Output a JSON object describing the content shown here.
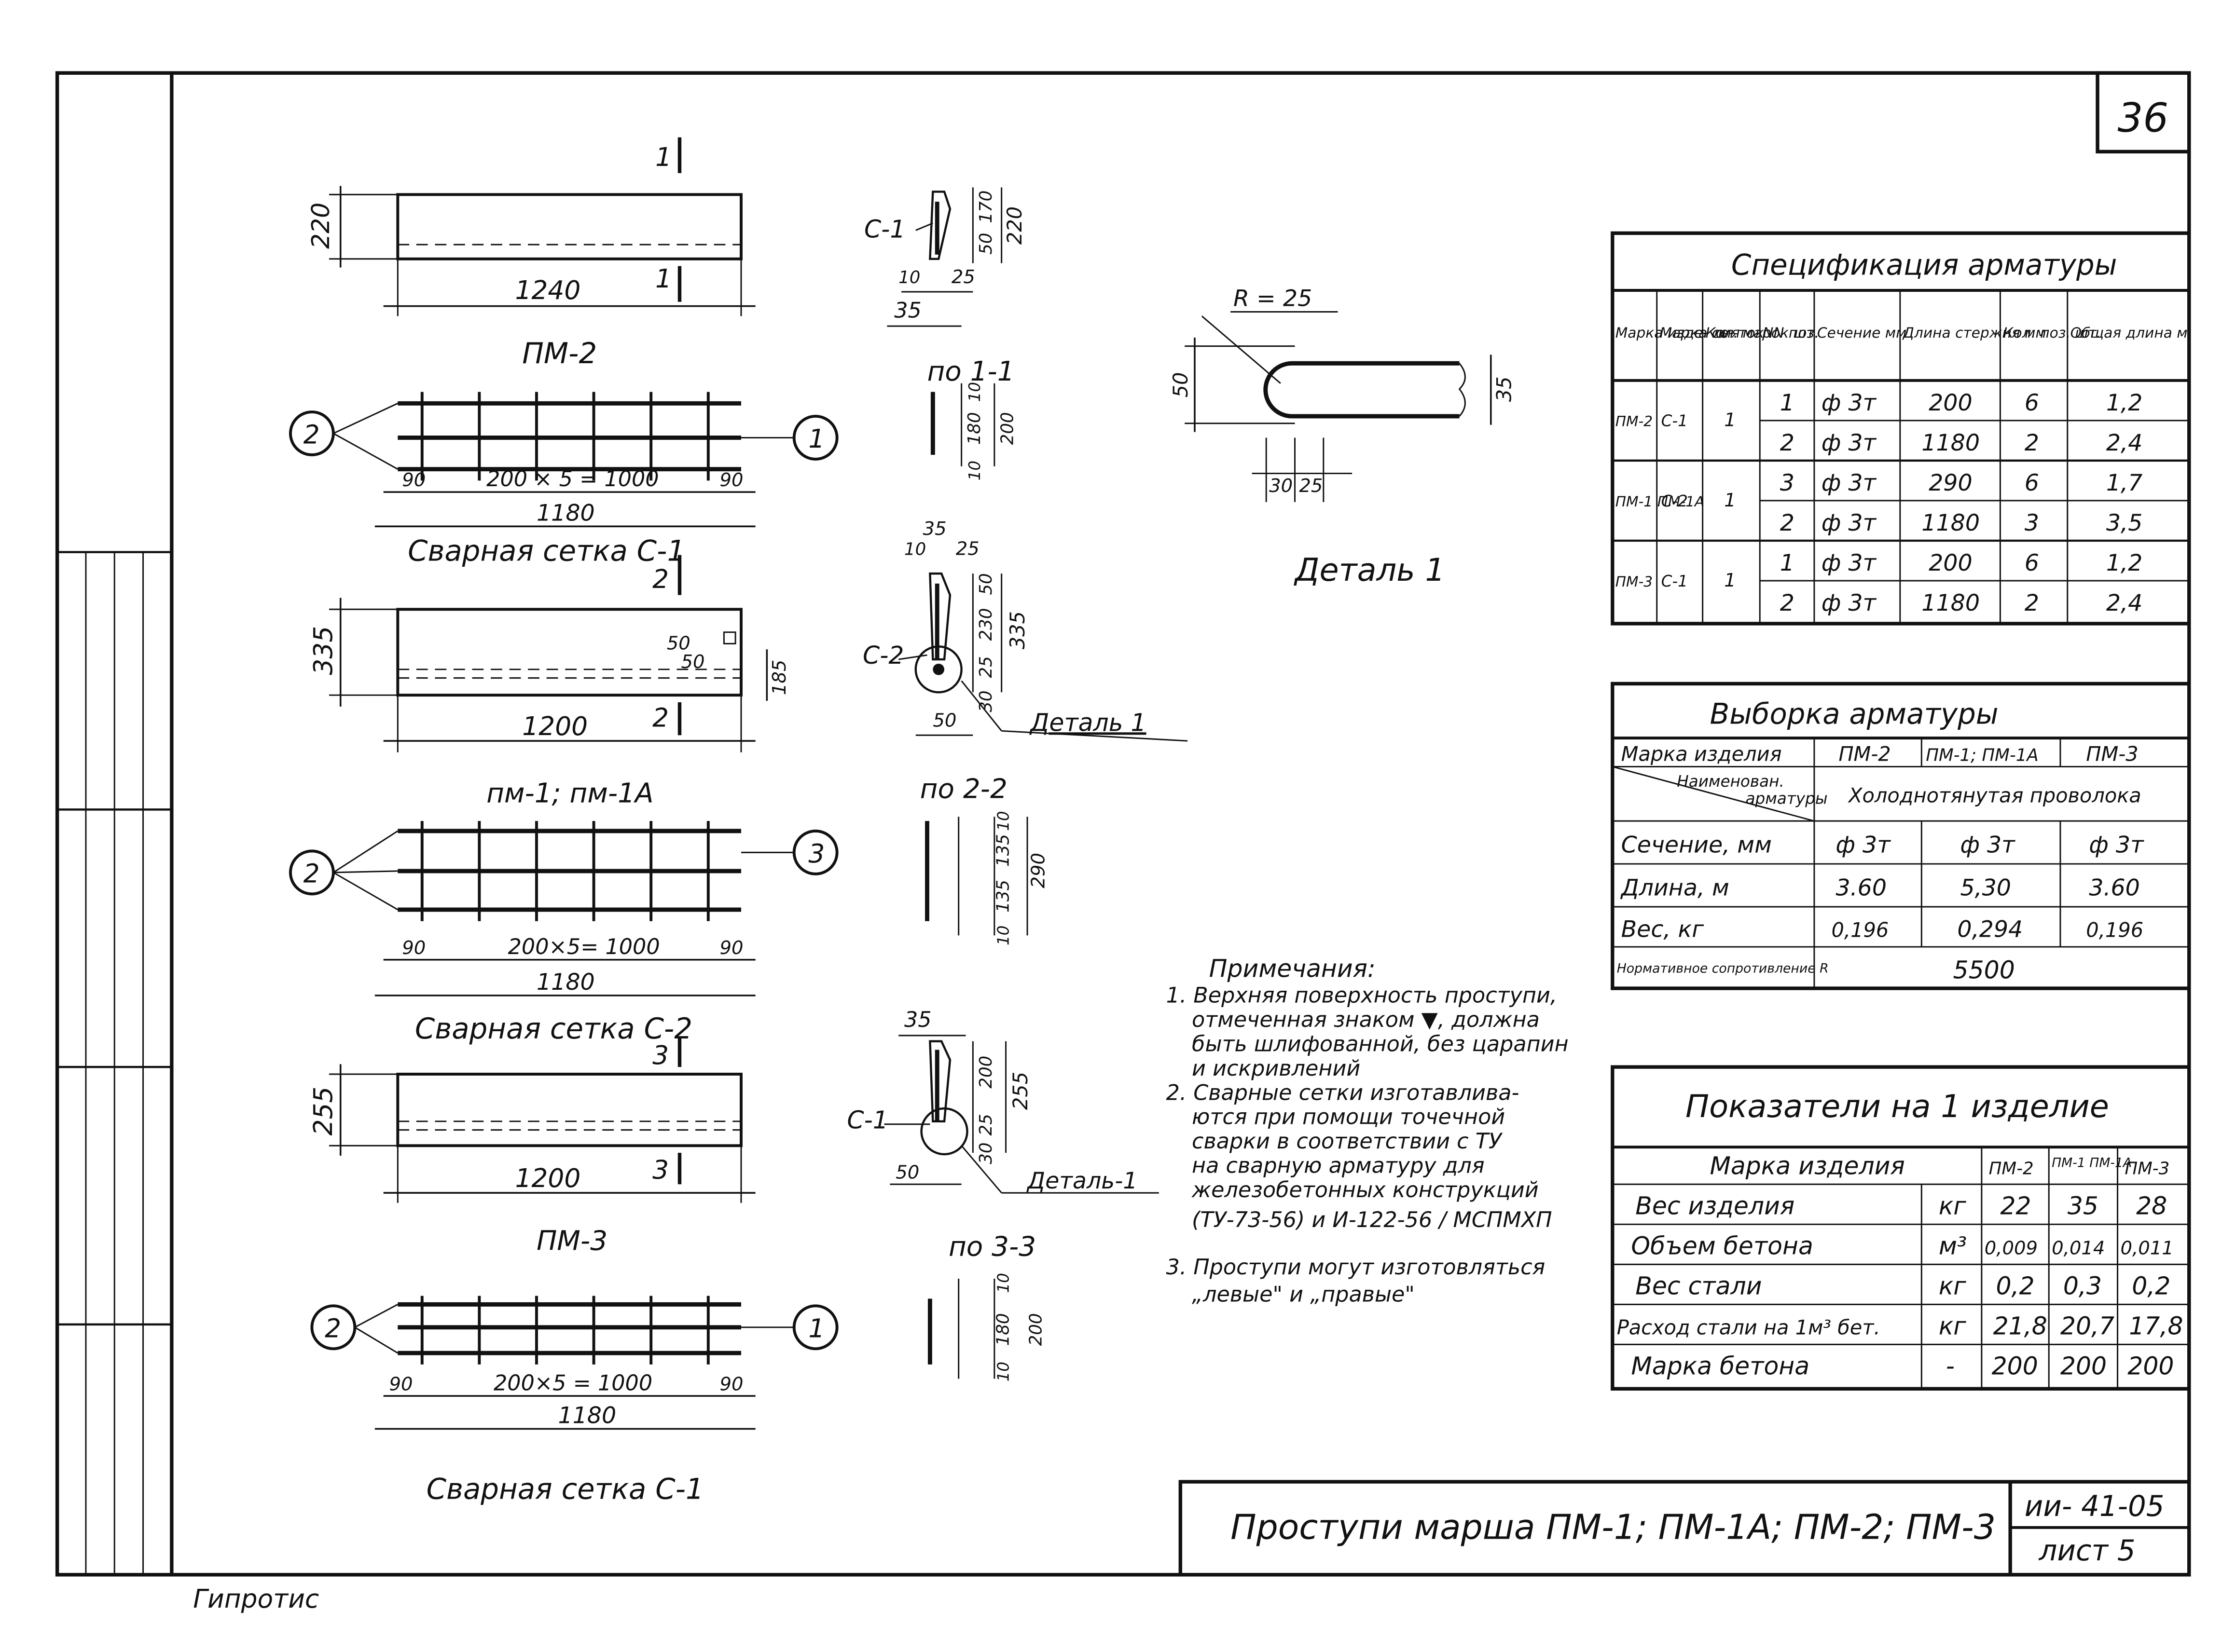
{
  "sheet": {
    "number": "36",
    "footer_title": "Проступи марша ПМ-1; ПМ-1А; ПМ-2; ПМ-3",
    "series": "ии- 41-05",
    "sheet_label": "лист 5",
    "organization": "Гипротис"
  },
  "views": {
    "pm2": {
      "width": "1240",
      "height": "220",
      "name": "ПМ-2",
      "cut_top": "1",
      "cut_bottom": "1",
      "mesh_name": "Сварная сетка С-1",
      "mesh_spacing": "200 × 5 = 1000",
      "mesh_left": "90",
      "mesh_right": "90",
      "mesh_total": "1180",
      "bubble_left": "2",
      "bubble_right": "1"
    },
    "pm1": {
      "width": "1200",
      "height": "335",
      "name": "пм-1; пм-1А",
      "cut_top": "2",
      "cut_bottom": "2",
      "dim_50a": "50",
      "dim_50b": "50",
      "dim_185": "185",
      "mesh_name": "Сварная сетка С-2",
      "mesh_spacing": "200×5= 1000",
      "mesh_left": "90",
      "mesh_right": "90",
      "mesh_total": "1180",
      "bubble_left": "2",
      "bubble_right": "3"
    },
    "pm3": {
      "width": "1200",
      "height": "255",
      "name": "ПМ-3",
      "cut_top": "3",
      "cut_bottom": "3",
      "mesh_name": "Сварная сетка С-1",
      "mesh_spacing": "200×5 = 1000",
      "mesh_left": "90",
      "mesh_right": "90",
      "mesh_total": "1180",
      "bubble_left": "2",
      "bubble_right": "1"
    }
  },
  "sections": {
    "s1": {
      "mark": "С-1",
      "d170": "170",
      "d50": "50",
      "d220": "220",
      "d10": "10",
      "d25": "25",
      "d35": "35",
      "title": "по 1-1",
      "r10": "10",
      "r180": "180",
      "r200": "200",
      "r10b": "10"
    },
    "s2": {
      "mark": "С-2",
      "d35": "35",
      "d10": "10",
      "d25": "25",
      "d50": "50",
      "d230": "230",
      "d335": "335",
      "d25b": "25",
      "d30": "30",
      "d50b": "50",
      "detail_ref": "Деталь 1",
      "title": "по 2-2",
      "r10": "10",
      "r135a": "135",
      "r135b": "135",
      "r290": "290",
      "r10b": "10"
    },
    "s3": {
      "mark": "С-1",
      "d35": "35",
      "d200": "200",
      "d255": "255",
      "d25": "25",
      "d30": "30",
      "d50": "50",
      "detail_ref": "Деталь-1",
      "title": "по 3-3",
      "r10": "10",
      "r180": "180",
      "r200": "200",
      "r10b": "10"
    }
  },
  "detail1": {
    "radius": "R = 25",
    "d50": "50",
    "d35": "35",
    "d30": "30",
    "d25": "25",
    "title": "Деталь 1"
  },
  "notes": {
    "title": "Примечания:",
    "lines": [
      "1. Верхняя поверхность проступи,",
      "отмеченная знаком ▼, должна",
      "быть шлифованной, без царапин",
      "и искривлений",
      "2. Сварные сетки изготавлива-",
      "ются при помощи точечной",
      "сварки в соответствии с ТУ",
      "на сварную арматуру для",
      "железобетонных конструкций",
      "(ТУ-73-56) и И-122-56 / МСПМХП",
      "3. Проступи могут изготовляться",
      "„левые\" и „правые\""
    ]
  },
  "spec": {
    "title": "Спецификация арматуры",
    "headers": [
      "Марка изде- лия",
      "Марка се- ток",
      "Кол. марок шт.",
      "NN поз.",
      "Сечение мм",
      "Длина стержня мм",
      "Кол. поз. шт.",
      "Общая длина м"
    ],
    "groups": [
      {
        "product": "ПМ-2",
        "mesh": "С-1",
        "count": "1",
        "rows": [
          [
            "1",
            "ф 3т",
            "200",
            "6",
            "1,2"
          ],
          [
            "2",
            "ф 3т",
            "1180",
            "2",
            "2,4"
          ]
        ]
      },
      {
        "product": "ПМ-1 ПМ-1А",
        "mesh": "С-2",
        "count": "1",
        "rows": [
          [
            "3",
            "ф 3т",
            "290",
            "6",
            "1,7"
          ],
          [
            "2",
            "ф 3т",
            "1180",
            "3",
            "3,5"
          ]
        ]
      },
      {
        "product": "ПМ-3",
        "mesh": "С-1",
        "count": "1",
        "rows": [
          [
            "1",
            "ф 3т",
            "200",
            "6",
            "1,2"
          ],
          [
            "2",
            "ф 3т",
            "1180",
            "2",
            "2,4"
          ]
        ]
      }
    ]
  },
  "selection": {
    "title": "Выборка арматуры",
    "mark_label": "Марка изделия",
    "marks": [
      "ПМ-2",
      "ПМ-1; ПМ-1А",
      "ПМ-3"
    ],
    "name_label_a": "Наименован.",
    "name_label_b": "арматуры",
    "material": "Холоднотянутая проволока",
    "rows": [
      [
        "Сечение, мм",
        "ф 3т",
        "ф 3т",
        "ф 3т"
      ],
      [
        "Длина, м",
        "3.60",
        "5,30",
        "3.60"
      ],
      [
        "Вес, кг",
        "0,196",
        "0,294",
        "0,196"
      ]
    ],
    "resist_label": "Нормативное сопротивление R",
    "resist_value": "5500"
  },
  "indicators": {
    "title": "Показатели на 1 изделие",
    "mark_label": "Марка изделия",
    "cols": [
      "ПМ-2",
      "ПМ-1 ПМ-1А",
      "ПМ-3"
    ],
    "rows": [
      [
        "Вес изделия",
        "кг",
        "22",
        "35",
        "28"
      ],
      [
        "Объем бетона",
        "м³",
        "0,009",
        "0,014",
        "0,011"
      ],
      [
        "Вес стали",
        "кг",
        "0,2",
        "0,3",
        "0,2"
      ],
      [
        "Расход стали на 1м³ бет.",
        "кг",
        "21,8",
        "20,7",
        "17,8"
      ],
      [
        "Марка бетона",
        "-",
        "200",
        "200",
        "200"
      ]
    ]
  }
}
